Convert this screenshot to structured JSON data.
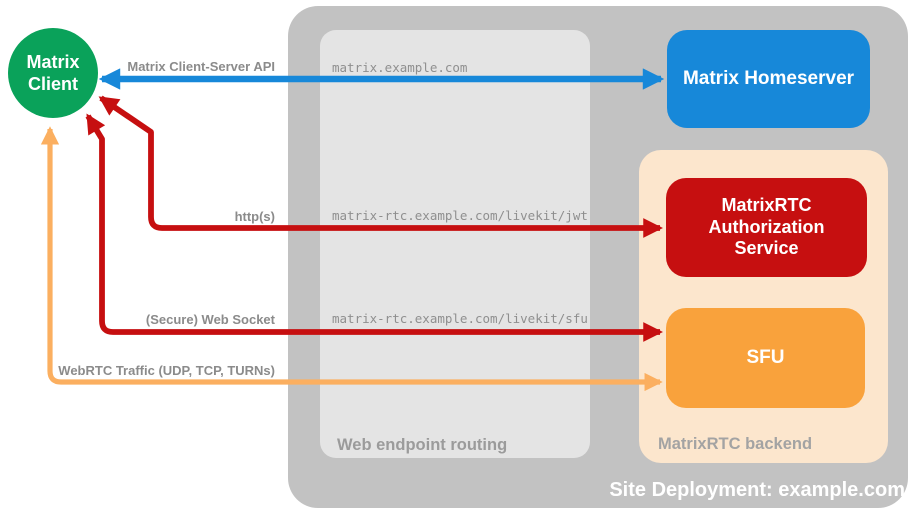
{
  "client": {
    "label": "Matrix Client"
  },
  "homeserver": {
    "label": "Matrix Homeserver"
  },
  "routing": {
    "title": "Web endpoint routing",
    "endpoints": [
      "matrix.example.com",
      "matrix-rtc.example.com/livekit/jwt",
      "matrix-rtc.example.com/livekit/sfu"
    ]
  },
  "backend": {
    "title": "MatrixRTC backend",
    "auth_service": {
      "label": "MatrixRTC Authorization Service"
    },
    "sfu": {
      "label": "SFU"
    }
  },
  "connections": [
    {
      "label": "Matrix Client-Server API",
      "from": "Matrix Client",
      "to": "Matrix Homeserver",
      "color": "#1788d9",
      "bidirectional": true
    },
    {
      "label": "http(s)",
      "from": "Matrix Client",
      "to": "MatrixRTC Authorization Service",
      "color": "#c60f10",
      "bidirectional": true
    },
    {
      "label": "(Secure) Web Socket",
      "from": "Matrix Client",
      "to": "SFU",
      "color": "#c60f10",
      "bidirectional": true
    },
    {
      "label": "WebRTC Traffic (UDP, TCP, TURNs)",
      "from": "Matrix Client",
      "to": "SFU",
      "color": "#fbaf60",
      "bidirectional": true
    }
  ],
  "footer": {
    "label": "Site Deployment: example.com"
  },
  "colors": {
    "green": "#0aa25a",
    "blue": "#1788d9",
    "red": "#c60f10",
    "red_arrow": "#c60f10",
    "orange_box": "#f9a23c",
    "orange_arrow": "#fbaf60",
    "bg_outer": "#c2c2c2",
    "bg_inner": "#e4e4e4",
    "bg_peach": "#fce6cd",
    "text_gray": "#8b8b8b"
  }
}
